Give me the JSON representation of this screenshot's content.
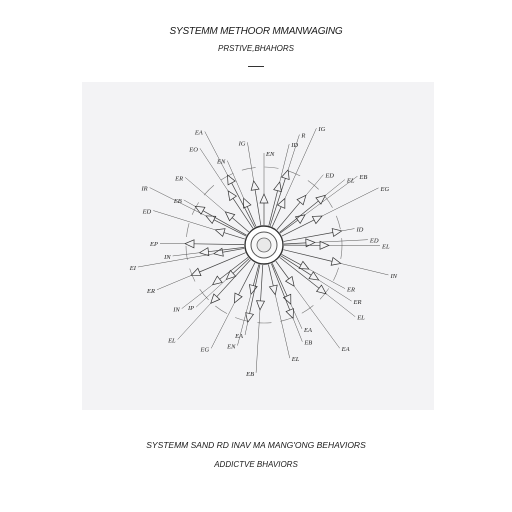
{
  "header": {
    "title": "SYSTEMM METHOOR MMANWAGING",
    "subtitle": "PRSTIVE,BHAHORS"
  },
  "diagram": {
    "node_labels": [
      "EN",
      "ID",
      "R",
      "IG",
      "ED",
      "EL",
      "EB",
      "EG",
      "ID",
      "ED",
      "EL",
      "IN",
      "ER",
      "ER",
      "EL",
      "EA",
      "EA",
      "EB",
      "EL",
      "EB",
      "EA",
      "EN",
      "EG",
      "EL",
      "IP",
      "IN",
      "ER",
      "EI",
      "IN",
      "EP",
      "ED",
      "IR",
      "EB",
      "ER",
      "EO",
      "EA",
      "EN",
      "IG"
    ]
  },
  "footer": {
    "caption": "SYSTEMM SAND RD INAV MA MANG'ONG BEHAVIORS",
    "subcaption": "ADDICTVE BHAVIORS"
  }
}
